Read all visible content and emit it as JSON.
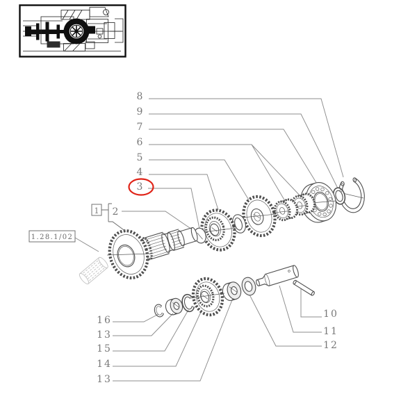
{
  "figure": {
    "line_color": "#4f4f4f",
    "leader_color": "#8c8c8c",
    "label_color": "#787878"
  },
  "thumbnail": {
    "name": "transmission-cross-section-thumbnail"
  },
  "callouts": {
    "c8": "8",
    "c9": "9",
    "c7": "7",
    "c6": "6",
    "c5": "5",
    "c4": "4",
    "c3": "3",
    "c2": "2",
    "c1": "1",
    "ref": "1.28.1/02",
    "c16": "16",
    "c13a": "13",
    "c15": "15",
    "c14": "14",
    "c13b": "13",
    "c10": "10",
    "c11": "11",
    "c12": "12"
  },
  "highlight": {
    "circled_item": "3",
    "color": "#e02317"
  }
}
